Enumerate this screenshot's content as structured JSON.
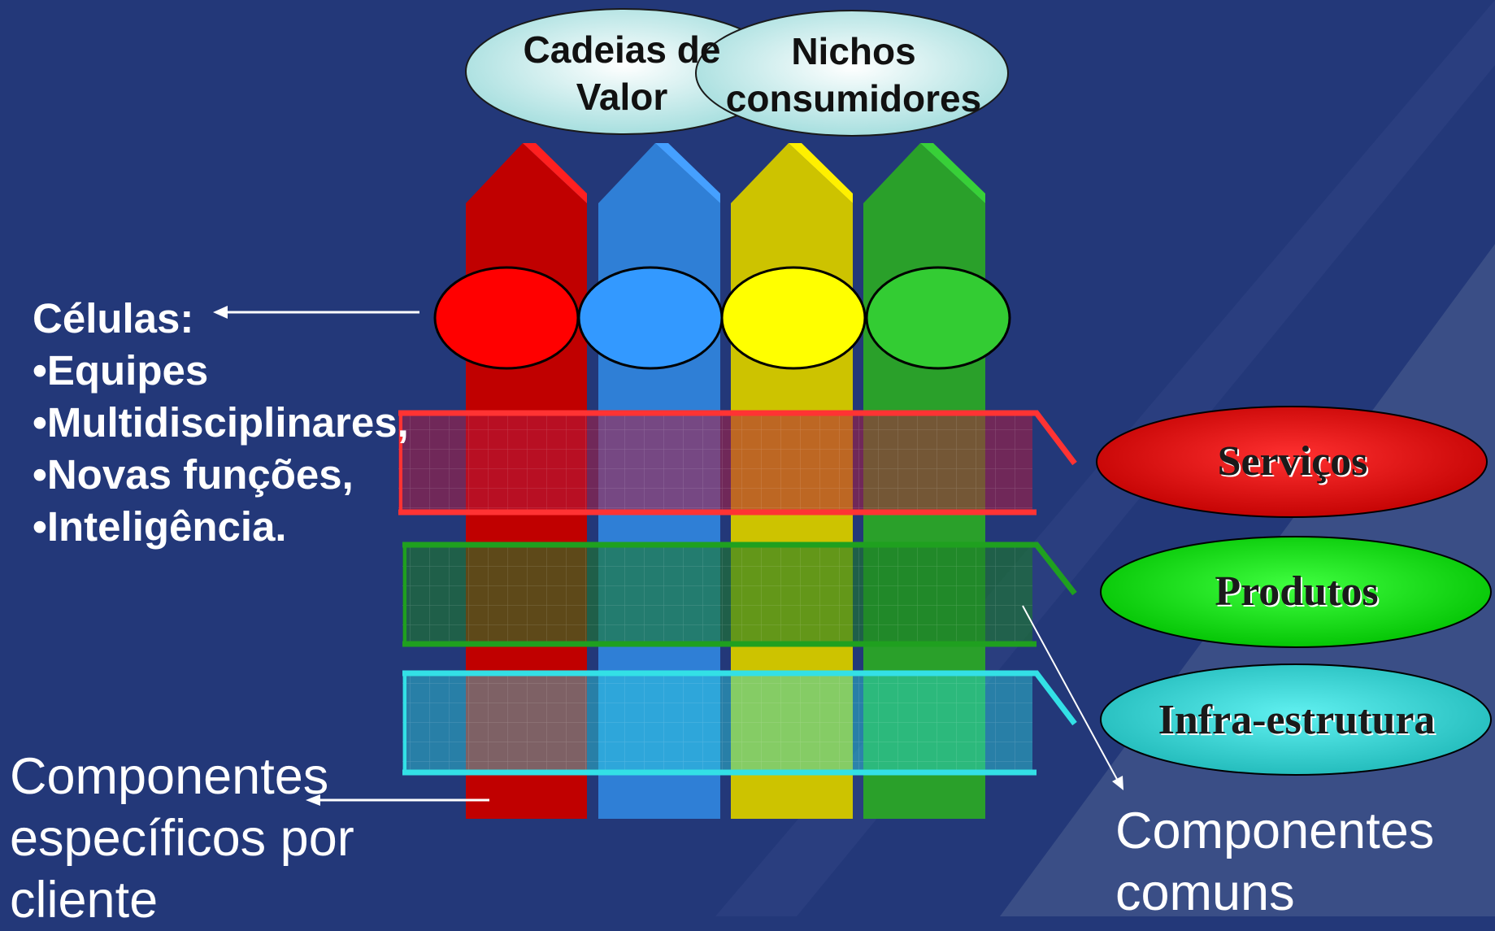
{
  "top_ellipses": {
    "valor": [
      "Cadeias de",
      "Valor"
    ],
    "nichos": [
      "Nichos",
      "consumidores"
    ]
  },
  "cells": {
    "title": "Células:",
    "items": [
      "•Equipes",
      "•Multidisciplinares,",
      "•Novas funções,",
      "•Inteligência."
    ]
  },
  "layers": {
    "servicos": "Serviços",
    "produtos": "Produtos",
    "infra": "Infra-estrutura"
  },
  "bottom": {
    "specific": [
      "Componentes",
      "específicos por",
      "cliente"
    ],
    "common": [
      "Componentes",
      "comuns"
    ]
  },
  "colors": {
    "background": "#233879",
    "red": "#c00000",
    "blue": "#2f7fd6",
    "yellow": "#d4c900",
    "green": "#2aa02a",
    "cyan": "#2ecfcf"
  }
}
